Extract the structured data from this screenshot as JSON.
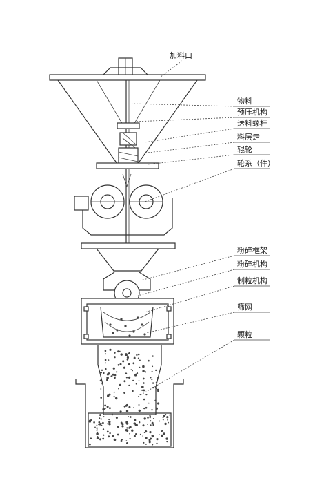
{
  "labels": {
    "feed_inlet": "加料口",
    "material": "物料",
    "press_mechanism": "预压机构",
    "feed_screw": "送料螺杆",
    "material_layer": "料层走",
    "roller": "辊轮",
    "roller_motor": "轮系（件）",
    "crush_frame": "粉碎框架",
    "crush_mechanism": "粉碎机构",
    "granule_mechanism": "制粒机构",
    "screen": "筛网",
    "granules": "颗粒"
  }
}
